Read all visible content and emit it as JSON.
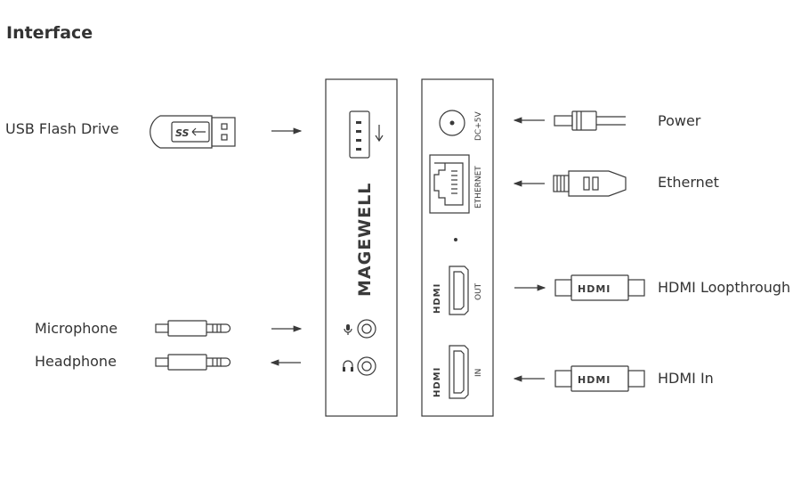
{
  "title": "Interface",
  "labels": {
    "usb": "USB Flash Drive",
    "microphone": "Microphone",
    "headphone": "Headphone",
    "power": "Power",
    "ethernet": "Ethernet",
    "hdmi_loop": "HDMI Loopthrough",
    "hdmi_in": "HDMI In"
  },
  "device": {
    "brand": "MAGEWELL",
    "dc_label": "DC+5V",
    "ethernet_label": "ETHERNET",
    "out_label": "OUT",
    "in_label": "IN",
    "hdmi_logo": "HDMI",
    "usb_logo": "SS"
  },
  "colors": {
    "line": "#3a3a3a",
    "text": "#333333",
    "background": "#ffffff"
  }
}
